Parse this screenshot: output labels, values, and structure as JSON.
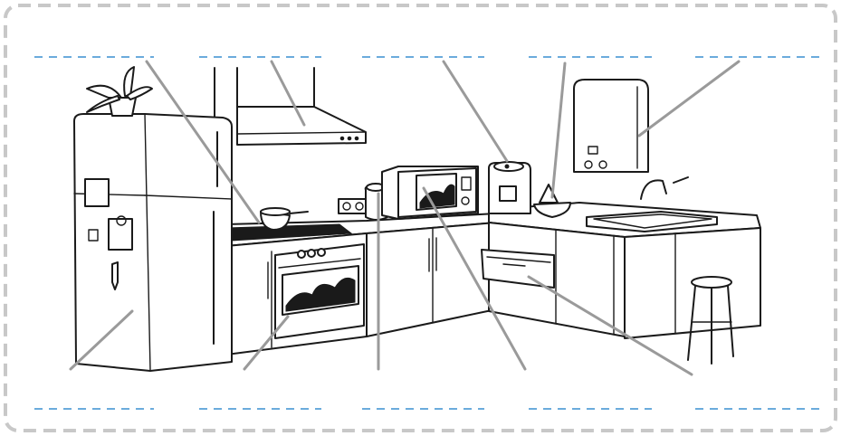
{
  "worksheet": {
    "type": "label-the-kitchen",
    "colors": {
      "frame_border": "#c8c8c8",
      "answer_blank": "#3a8fd0",
      "leader_line": "#9a9a9a",
      "ink": "#1a1a1a"
    },
    "top_blanks": [
      {
        "id": "blank-top-1",
        "points_to": "hob-saucepan"
      },
      {
        "id": "blank-top-2",
        "points_to": "cooker-hood"
      },
      {
        "id": "blank-top-3",
        "points_to": "coffee-machine"
      },
      {
        "id": "blank-top-4",
        "points_to": "juicer"
      },
      {
        "id": "blank-top-5",
        "points_to": "boiler"
      }
    ],
    "bottom_blanks": [
      {
        "id": "blank-bottom-1",
        "points_to": "fridge"
      },
      {
        "id": "blank-bottom-2",
        "points_to": "oven"
      },
      {
        "id": "blank-bottom-3",
        "points_to": "jar"
      },
      {
        "id": "blank-bottom-4",
        "points_to": "microwave"
      },
      {
        "id": "blank-bottom-5",
        "points_to": "drawer"
      }
    ],
    "illustration": "kitchen-line-drawing"
  }
}
